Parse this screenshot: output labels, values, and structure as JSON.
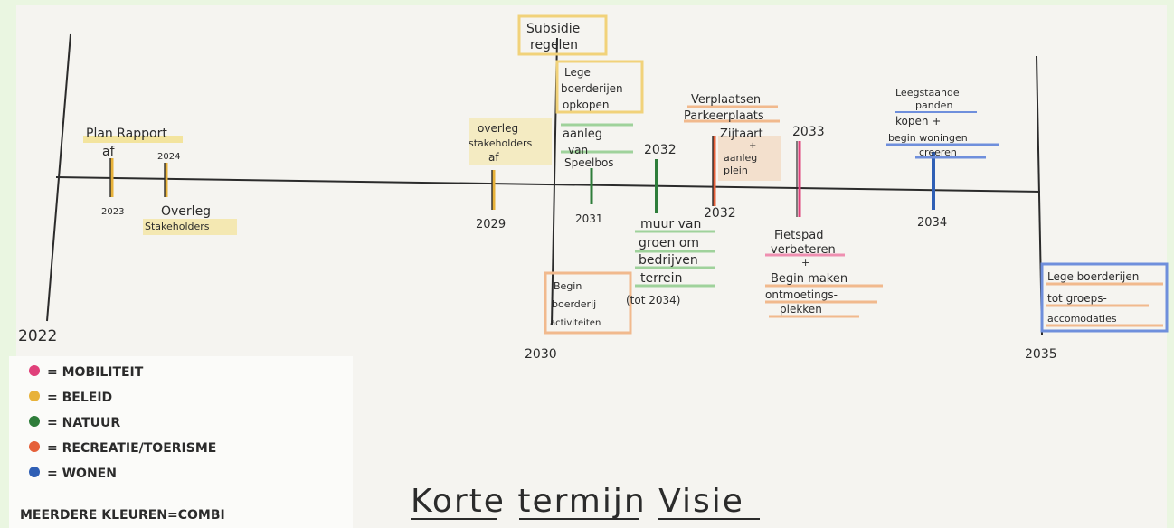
{
  "title": "Korte termijn Visie",
  "colors": {
    "mobiliteit": "#e0407a",
    "beleid": "#e8b23a",
    "natuur": "#2e7d3a",
    "recreatie": "#e5603a",
    "wonen": "#2f5fb5",
    "highlight_yellow": "#f3e089",
    "highlight_orange": "#f1b98d",
    "highlight_green": "#9fd29b",
    "highlight_blue": "#6f8fdc",
    "highlight_pink": "#ef8fb1"
  },
  "timeline": {
    "start_year": "2022",
    "mid_year": "2030",
    "end_year": "2035"
  },
  "ticks": [
    {
      "year": "2023",
      "label_lines": [
        "Plan Rapport",
        "af"
      ],
      "color": "beleid"
    },
    {
      "year": "2024",
      "label_lines": [
        "Overleg",
        "Stakeholders"
      ],
      "color": "beleid"
    },
    {
      "year": "2029",
      "label_lines": [
        "overleg",
        "stakeholders",
        "af"
      ],
      "color": "beleid"
    },
    {
      "year": "2031",
      "label_lines": [
        "aanleg",
        "van",
        "Speelbos"
      ],
      "color": "natuur"
    },
    {
      "year": "2032",
      "label_lines": [
        "muur van",
        "groen om",
        "bedrijven",
        "terrein"
      ],
      "note": "(tot 2034)",
      "color": "natuur"
    },
    {
      "year": "2032",
      "label_lines": [
        "Verplaatsen",
        "Parkeerplaats",
        "Zijtaart",
        "+",
        "aanleg",
        "plein"
      ],
      "color": "recreatie"
    },
    {
      "year": "2033",
      "label_lines": [
        "Fietspad",
        "verbeteren",
        "+",
        "Begin maken",
        "ontmoetings-",
        "plekken"
      ],
      "color": "mobiliteit"
    },
    {
      "year": "2034",
      "label_lines": [
        "Leegstaande",
        "panden",
        "kopen +",
        "begin woningen",
        "creeren"
      ],
      "color": "wonen"
    }
  ],
  "boxes_2030": {
    "top": [
      "Subsidie",
      "regelen"
    ],
    "middle": [
      "Lege",
      "boerderijen",
      "opkopen"
    ],
    "bottom": [
      "Begin",
      "boerderij",
      "activiteiten"
    ]
  },
  "box_2035": [
    "Lege boerderijen",
    "tot groeps-",
    "accomodaties"
  ],
  "legend": [
    {
      "color": "mobiliteit",
      "label": "= MOBILITEIT"
    },
    {
      "color": "beleid",
      "label": "= BELEID"
    },
    {
      "color": "natuur",
      "label": "= NATUUR"
    },
    {
      "color": "recreatie",
      "label": "= RECREATIE/TOERISME"
    },
    {
      "color": "wonen",
      "label": "= WONEN"
    }
  ],
  "legend_footer": "MEERDERE KLEUREN=COMBI"
}
